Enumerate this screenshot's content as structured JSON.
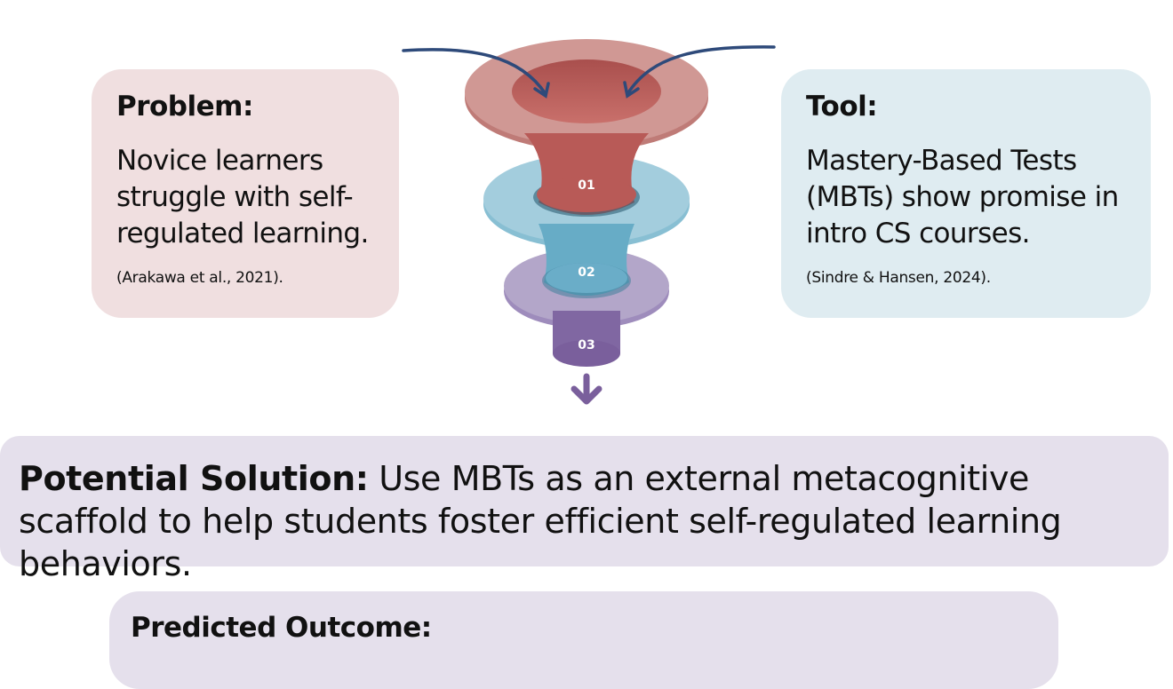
{
  "problem": {
    "heading": "Problem:",
    "body": "Novice learners struggle with self-regulated learning.",
    "citation": "(Arakawa et al., 2021)."
  },
  "tool": {
    "heading": "Tool:",
    "body": "Mastery-Based Tests (MBTs) show promise in intro CS courses.",
    "citation": "(Sindre & Hansen, 2024)."
  },
  "funnel": {
    "stages": [
      "01",
      "02",
      "03"
    ],
    "colors": {
      "stage1": "#b85a57",
      "stage1_rim": "#d09894",
      "stage2": "#67acc6",
      "stage2_rim": "#a3cddd",
      "stage3": "#8067a2",
      "stage3_rim": "#b3a6c9",
      "arrows": "#2e4a7a"
    }
  },
  "solution": {
    "lead": "Potential Solution:",
    "text": " Use MBTs as an external metacognitive scaffold to help students foster efficient self-regulated learning behaviors."
  },
  "outcome": {
    "heading": "Predicted Outcome:"
  }
}
